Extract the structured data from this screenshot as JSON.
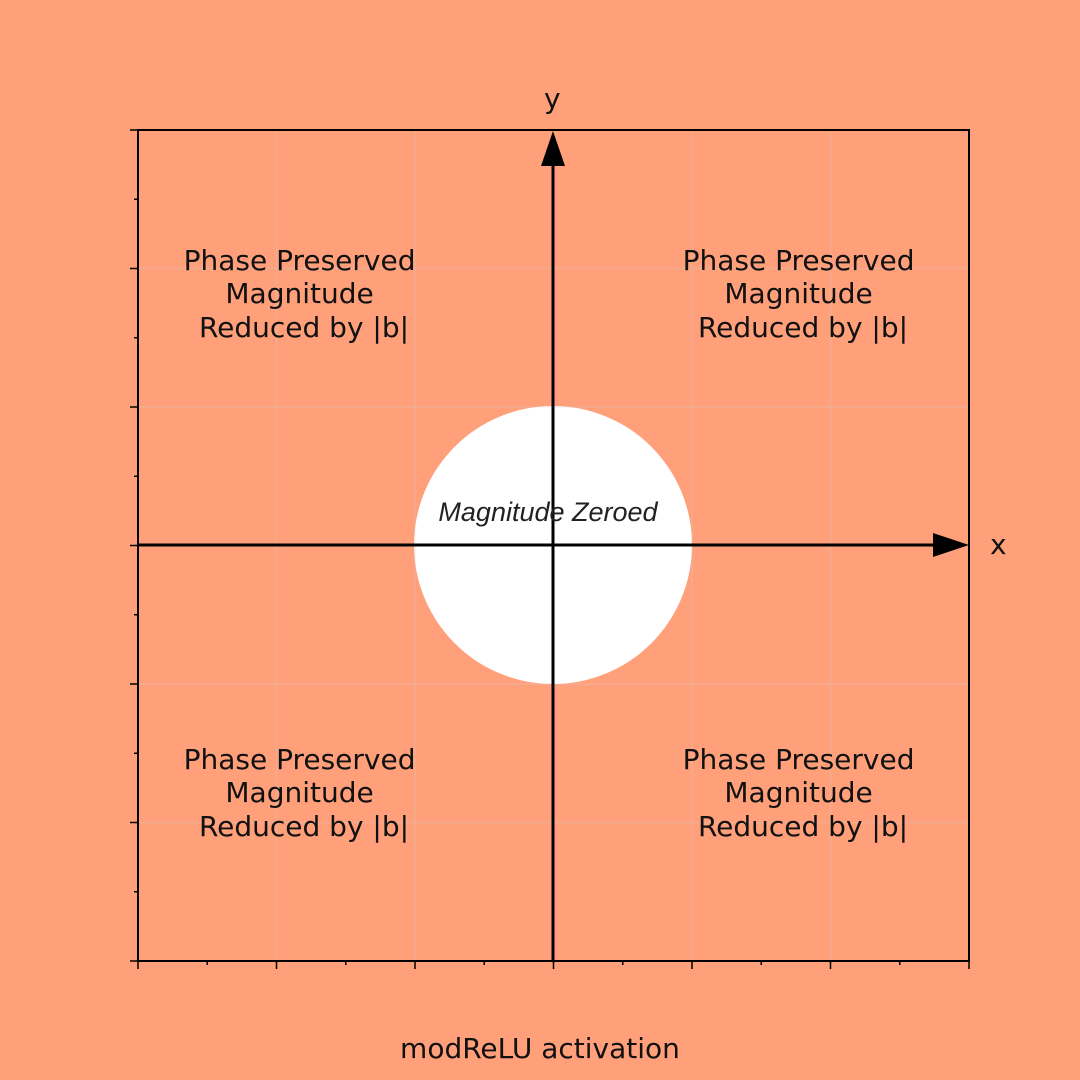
{
  "diagram": {
    "background_color": "#FFA07A",
    "zero_region_color": "#FFFFFF",
    "axes": {
      "x_label": "x",
      "y_label": "y"
    },
    "regions": {
      "top_left": [
        "Phase Preserved",
        "Magnitude",
        "Reduced by |b|"
      ],
      "top_right": [
        "Phase Preserved",
        "Magnitude",
        "Reduced by |b|"
      ],
      "bottom_left": [
        "Phase Preserved",
        "Magnitude",
        "Reduced by |b|"
      ],
      "bottom_right": [
        "Phase Preserved",
        "Magnitude",
        "Reduced by |b|"
      ]
    },
    "center_label": "Magnitude Zeroed",
    "caption": "modReLU activation"
  }
}
